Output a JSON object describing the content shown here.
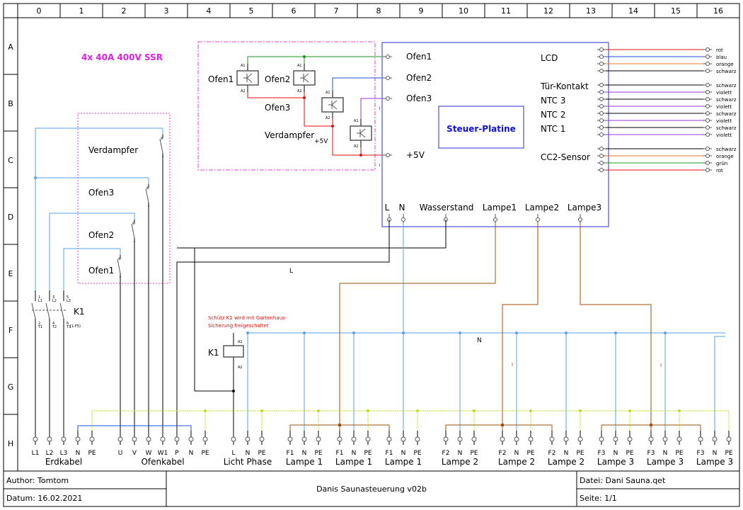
{
  "frame": {
    "columns": [
      "0",
      "1",
      "2",
      "3",
      "4",
      "5",
      "6",
      "7",
      "8",
      "9",
      "10",
      "11",
      "12",
      "13",
      "14",
      "15",
      "16"
    ],
    "rows": [
      "A",
      "B",
      "C",
      "D",
      "E",
      "F",
      "G",
      "H"
    ]
  },
  "colors": {
    "green_wire": "#1a9a1a",
    "blue_wire": "#1f4fd8",
    "violet_wire": "#9a30e0",
    "red_wire": "#e01010",
    "orange_wire": "#f07020",
    "neutral_wire": "#5aa0e6",
    "lamp_wire": "#a0520a",
    "pe_wire": "#b8e020",
    "board_border": "#7070e0",
    "board_label": "#1010e0",
    "ssr_group": "#f080e0",
    "ssr_title": "#e020e0",
    "note": "#e01010"
  },
  "ssr_title": "4x 40A 400V SSR",
  "ssr": {
    "relays": [
      "Ofen1",
      "Ofen2",
      "Ofen3",
      "Verdampfer"
    ],
    "plus5v": "+5V",
    "pin_a1": "A1",
    "pin_a2": "A2"
  },
  "switches": [
    "Verdampfer",
    "Ofen3",
    "Ofen2",
    "Ofen1"
  ],
  "board": {
    "title": "Steuer-Platine",
    "left_pins": [
      "Ofen1",
      "Ofen2",
      "Ofen3",
      "+5V"
    ],
    "right_groups": [
      "LCD",
      "Tür-Kontakt",
      "NTC 3",
      "NTC 2",
      "NTC 1",
      "CC2-Sensor"
    ],
    "bottom_pins": [
      "L",
      "N",
      "Wasserstand",
      "Lampe1",
      "Lampe2",
      "Lampe3"
    ]
  },
  "cable_colors": [
    {
      "label": "rot",
      "color": "#e01010"
    },
    {
      "label": "blau",
      "color": "#1f4fd8"
    },
    {
      "label": "orange",
      "color": "#f07020"
    },
    {
      "label": "schwarz",
      "color": "#000000"
    },
    {
      "label": "schwarz",
      "color": "#000000"
    },
    {
      "label": "violett",
      "color": "#9a30e0"
    },
    {
      "label": "schwarz",
      "color": "#000000"
    },
    {
      "label": "violett",
      "color": "#9a30e0"
    },
    {
      "label": "schwarz",
      "color": "#000000"
    },
    {
      "label": "violett",
      "color": "#9a30e0"
    },
    {
      "label": "schwarz",
      "color": "#000000"
    },
    {
      "label": "violett",
      "color": "#9a30e0"
    },
    {
      "label": "schwarz",
      "color": "#000000"
    },
    {
      "label": "orange",
      "color": "#f07020"
    },
    {
      "label": "grün",
      "color": "#1a9a1a"
    },
    {
      "label": "rot",
      "color": "#e01010"
    }
  ],
  "contactor": {
    "name": "K1",
    "top_pins": [
      "1\nL1",
      "3\nL2",
      "5\nL3"
    ],
    "bottom_pins": [
      "2\nT1",
      "4\nT2",
      "6\nT3"
    ],
    "extra": "(1-F5)",
    "coil_label": "K1",
    "note_line1": "Schütz K1 wird mit Gartenhaus-",
    "note_line2": "Sicherung freigeschaltet"
  },
  "wire_labels": {
    "l": "L",
    "n": "N",
    "marker": "I"
  },
  "terminals": {
    "groups": [
      {
        "name": "Erdkabel",
        "pins": [
          "L1",
          "L2",
          "L3",
          "N",
          "PE"
        ]
      },
      {
        "name": "Ofenkabel",
        "pins": [
          "U",
          "V",
          "W",
          "W1",
          "P",
          "N",
          "PE"
        ]
      },
      {
        "name": "Licht Phase",
        "pins": [
          "L",
          "N",
          "PE"
        ]
      },
      {
        "name": "Lampe 1",
        "pins": [
          "F1",
          "N",
          "PE"
        ]
      },
      {
        "name": "Lampe 1",
        "pins": [
          "F1",
          "N",
          "PE"
        ]
      },
      {
        "name": "Lampe 1",
        "pins": [
          "F1",
          "N",
          "PE"
        ]
      },
      {
        "name": "Lampe 2",
        "pins": [
          "F2",
          "N",
          "PE"
        ]
      },
      {
        "name": "Lampe 2",
        "pins": [
          "F2",
          "N",
          "PE"
        ]
      },
      {
        "name": "Lampe 2",
        "pins": [
          "F2",
          "N",
          "PE"
        ]
      },
      {
        "name": "Lampe 3",
        "pins": [
          "F3",
          "N",
          "PE"
        ]
      },
      {
        "name": "Lampe 3",
        "pins": [
          "F3",
          "N",
          "PE"
        ]
      },
      {
        "name": "Lampe 3",
        "pins": [
          "F3",
          "N",
          "PE"
        ]
      }
    ]
  },
  "title_block": {
    "author": "Author: Tomtom",
    "date": "Datum: 16.02.2021",
    "title": "Danis Saunasteuerung v02b",
    "file": "Datei: Dani Sauna.qet",
    "page": "Seite: 1/1"
  }
}
